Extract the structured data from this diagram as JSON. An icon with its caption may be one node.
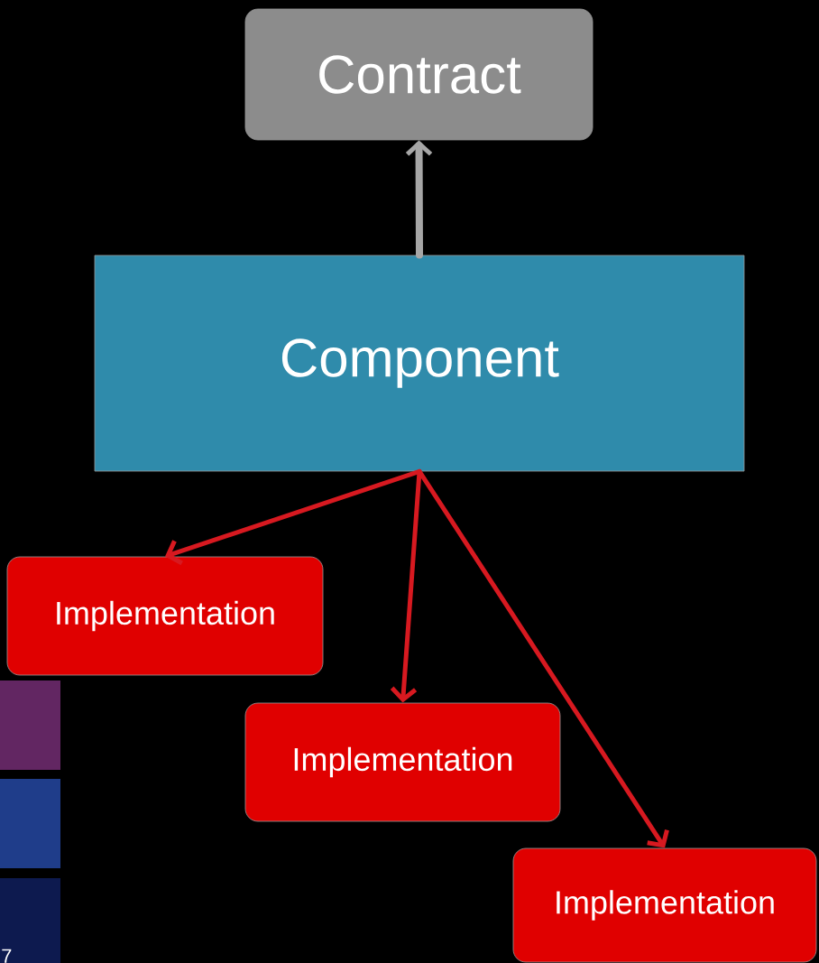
{
  "diagram": {
    "nodes": [
      {
        "text": [
          "Contract"
        ]
      },
      {
        "text": [
          "Component"
        ]
      },
      {
        "text": [
          "Implementation"
        ]
      },
      {
        "text": [
          "Implementation"
        ]
      },
      {
        "text": [
          "Implementation"
        ]
      }
    ],
    "edges": [
      {
        "from": 1,
        "to": 0,
        "arrow": "to",
        "color": "#a6a6a6"
      },
      {
        "from": 1,
        "to": 2,
        "arrow": "to"
      },
      {
        "from": 1,
        "to": 3,
        "arrow": "to"
      },
      {
        "from": 1,
        "to": 4,
        "arrow": "to"
      }
    ],
    "labels": [
      "7"
    ]
  }
}
